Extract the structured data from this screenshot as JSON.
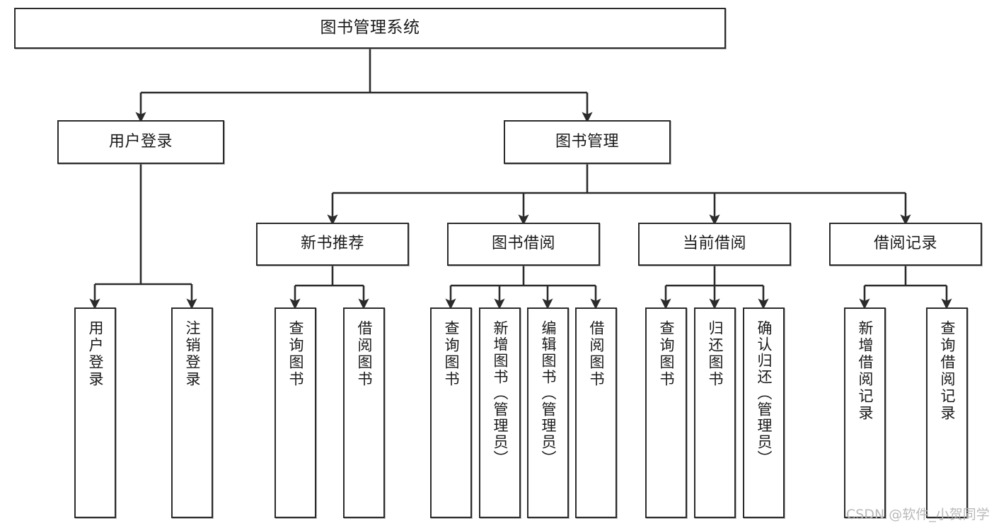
{
  "diagram": {
    "title": "图书管理系统",
    "type": "tree-hierarchy-chart",
    "watermark": "CSDN @软件_小贺同学",
    "colors": {
      "box_border": "#2b2b2b",
      "box_fill": "#ffffff",
      "connector": "#2b2b2b",
      "text": "#1a1a1a",
      "watermark": "#b9b9b9"
    },
    "nodes": {
      "root": {
        "label": "图书管理系统"
      },
      "level2": [
        {
          "label": "用户登录"
        },
        {
          "label": "图书管理"
        }
      ],
      "level3": [
        {
          "label": "新书推荐"
        },
        {
          "label": "图书借阅"
        },
        {
          "label": "当前借阅"
        },
        {
          "label": "借阅记录"
        }
      ],
      "leaves": {
        "user_login": [
          {
            "label": "用户登录"
          },
          {
            "label": "注销登录"
          }
        ],
        "new_book": [
          {
            "label": "查询图书"
          },
          {
            "label": "借阅图书"
          }
        ],
        "book_borrow": [
          {
            "label": "查询图书"
          },
          {
            "label": "新增图书（管理员）"
          },
          {
            "label": "编辑图书（管理员）"
          },
          {
            "label": "借阅图书"
          }
        ],
        "current_borrow": [
          {
            "label": "查询图书"
          },
          {
            "label": "归还图书"
          },
          {
            "label": "确认归还（管理员）"
          }
        ],
        "borrow_record": [
          {
            "label": "新增借阅记录"
          },
          {
            "label": "查询借阅记录"
          }
        ]
      }
    }
  }
}
